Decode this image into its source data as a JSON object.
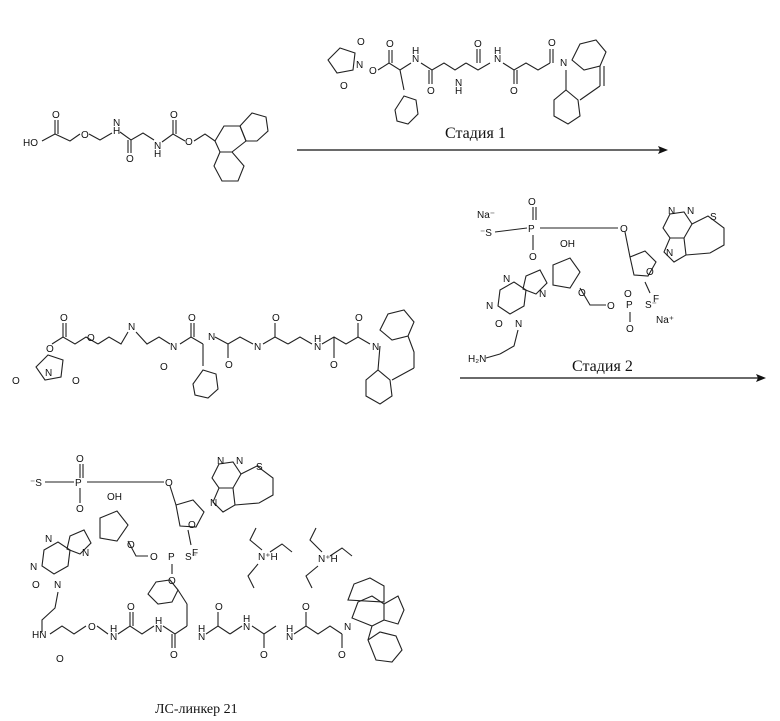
{
  "stage1_label": "Стадия 1",
  "stage2_label": "Стадия 2",
  "product_label": "ЛС-линкер 21",
  "atoms": {
    "HO": "HO",
    "O": "O",
    "N": "N",
    "H": "H",
    "NH": "NH",
    "HN": "HN",
    "N_H": "N",
    "S": "S",
    "S_minus": "S⁻",
    "minus_S": "⁻S",
    "P": "P",
    "F": "F",
    "OH": "OH",
    "H2N": "H₂N",
    "Na_minus": "Na⁻",
    "Na_plus": "Na⁺",
    "N_plus_H": "N⁺H"
  }
}
